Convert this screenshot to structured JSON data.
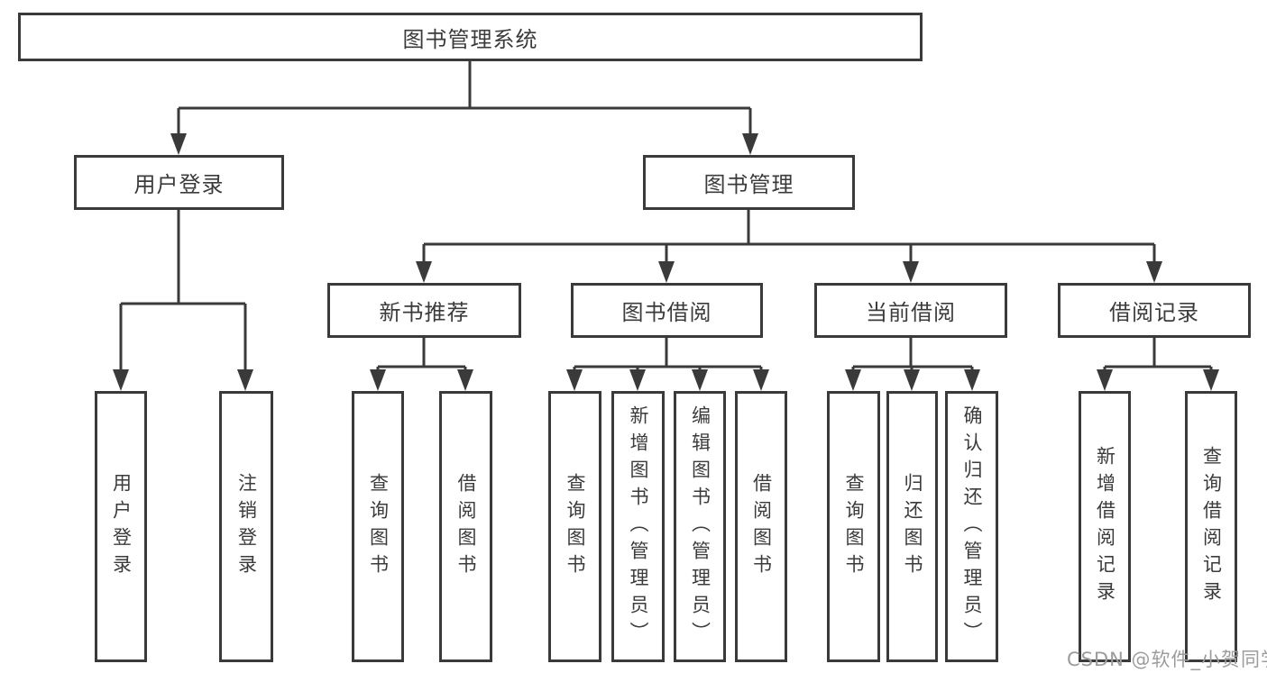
{
  "diagram": {
    "title": "图书管理系统",
    "root": {
      "label": "图书管理系统"
    },
    "level2": [
      {
        "label": "用户登录"
      },
      {
        "label": "图书管理"
      }
    ],
    "level3": [
      {
        "label": "新书推荐"
      },
      {
        "label": "图书借阅"
      },
      {
        "label": "当前借阅"
      },
      {
        "label": "借阅记录"
      }
    ],
    "leaves": {
      "user_login": [
        "用户登录",
        "注销登录"
      ],
      "new_books": [
        "查询图书",
        "借阅图书"
      ],
      "book_borrowing": [
        "查询图书",
        "新增图书（管理员）",
        "编辑图书（管理员）",
        "借阅图书"
      ],
      "current_borrowing": [
        "查询图书",
        "归还图书",
        "确认归还（管理员）"
      ],
      "borrow_records": [
        "新增借阅记录",
        "查询借阅记录"
      ]
    }
  },
  "watermark": "CSDN @软件_小贺同学",
  "colors": {
    "line": "#3a3a3a",
    "text": "#3b3b3b",
    "watermark": "#9c9c9c",
    "background": "#ffffff"
  }
}
